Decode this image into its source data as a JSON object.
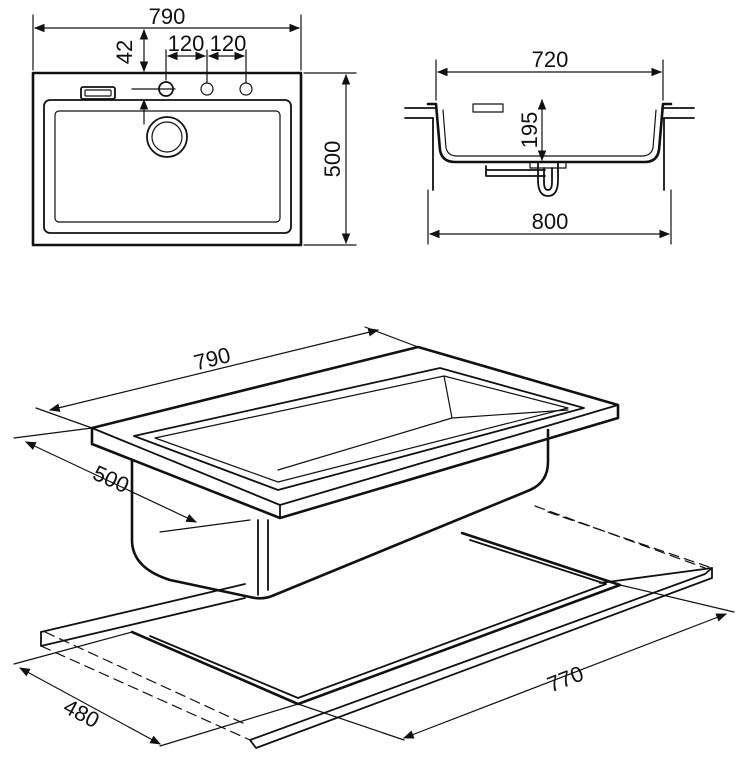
{
  "diagram": {
    "top_view": {
      "dim_width": "790",
      "dim_depth": "500",
      "dim_tap_offset": "42",
      "dim_hole_spacing_1": "120",
      "dim_hole_spacing_2": "120"
    },
    "side_view": {
      "dim_bowl_width": "720",
      "dim_bowl_depth": "195",
      "dim_cabinet_width": "800"
    },
    "iso_view": {
      "dim_width": "790",
      "dim_depth": "500",
      "dim_cutout_length": "770",
      "dim_cutout_depth": "480"
    }
  },
  "colors": {
    "line": "#111111",
    "background": "#ffffff"
  }
}
